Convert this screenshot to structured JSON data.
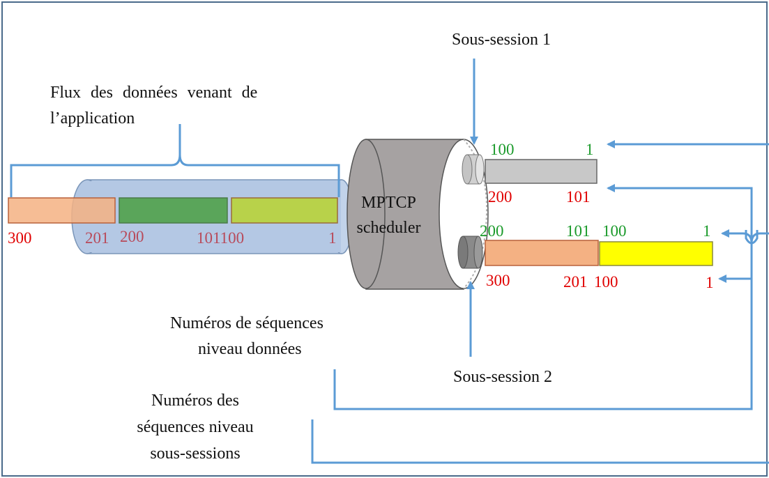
{
  "labels": {
    "subsession1": "Sous-session 1",
    "subsession2": "Sous-session 2",
    "app_flow_line1": "Flux des données venant de",
    "app_flow_line2": "l’application",
    "scheduler_line1": "MPTCP",
    "scheduler_line2": "scheduler",
    "data_seq_line1": "Numéros de séquences",
    "data_seq_line2": "niveau données",
    "subflow_seq_line1": "Numéros des",
    "subflow_seq_line2": "séquences niveau",
    "subflow_seq_line3": "sous-sessions"
  },
  "app_stream": {
    "n300": "300",
    "n201": "201",
    "n200": "200",
    "n101100": "101100",
    "n1": "1"
  },
  "subsession1_numbers": {
    "green_left": "100",
    "green_right": "1",
    "red_left": "200",
    "red_right": "101"
  },
  "subsession2_numbers": {
    "green_200": "200",
    "green_101": "101",
    "green_100": "100",
    "green_1": "1",
    "red_300": "300",
    "red_201": "201",
    "red_100": "100",
    "red_1": "1"
  },
  "colors": {
    "arrow": "#5b9bd5",
    "red_text": "#e00000",
    "green_text": "#1a9a2a",
    "orange_segment": "#f4b183",
    "green_segment": "#5aa55a",
    "yellowgreen_segment": "#b8d24a",
    "yellow_segment": "#ffff00",
    "gray_segment": "#c8c8c8",
    "cylinder_gray": "#a6a2a2"
  }
}
